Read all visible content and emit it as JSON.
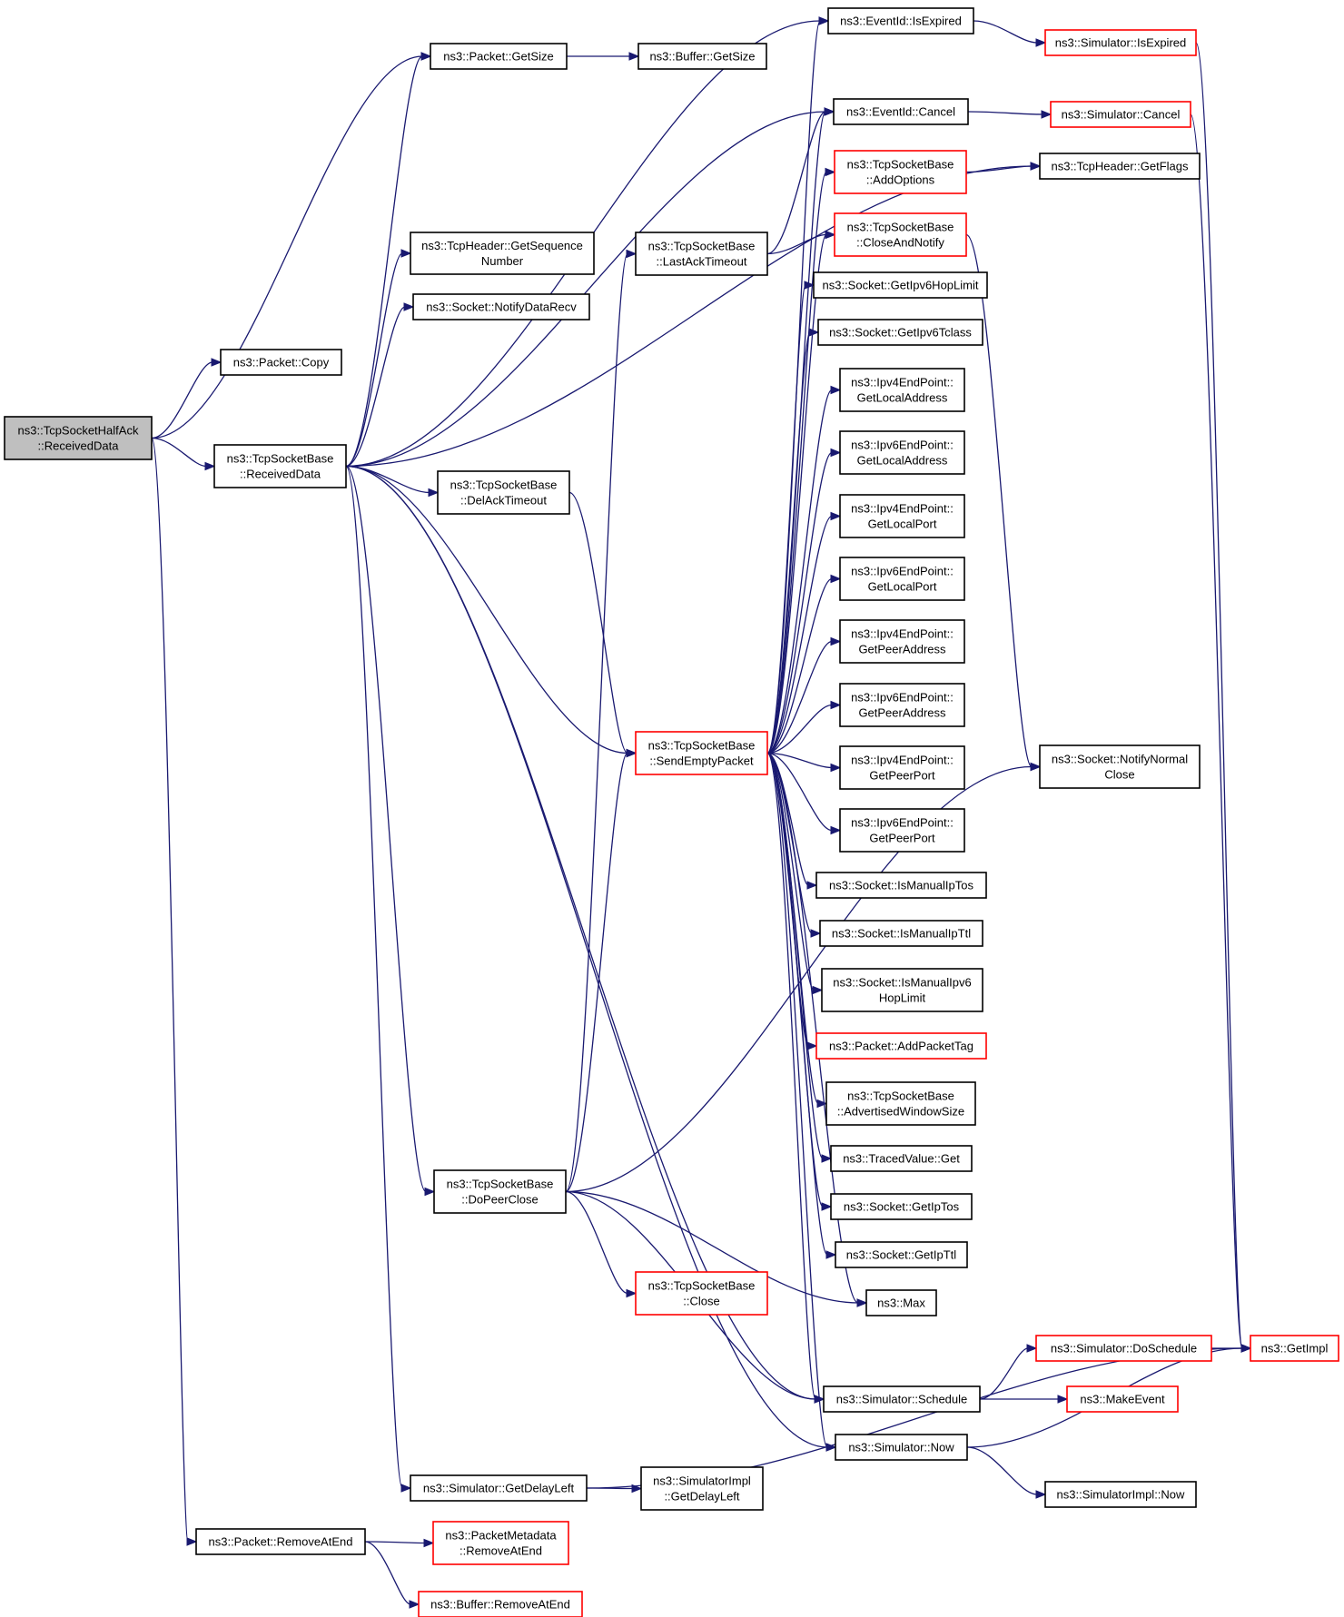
{
  "diagram": {
    "nodes": [
      {
        "id": "root",
        "lines": [
          "ns3::TcpSocketHalfAck",
          "::ReceivedData"
        ],
        "style": "root"
      },
      {
        "id": "copy",
        "lines": [
          "ns3::Packet::Copy"
        ],
        "style": "black"
      },
      {
        "id": "tsbRecv",
        "lines": [
          "ns3::TcpSocketBase",
          "::ReceivedData"
        ],
        "style": "black"
      },
      {
        "id": "removeAtEnd",
        "lines": [
          "ns3::Packet::RemoveAtEnd"
        ],
        "style": "black"
      },
      {
        "id": "getSize",
        "lines": [
          "ns3::Packet::GetSize"
        ],
        "style": "black"
      },
      {
        "id": "bufGetSize",
        "lines": [
          "ns3::Buffer::GetSize"
        ],
        "style": "black"
      },
      {
        "id": "getSeq",
        "lines": [
          "ns3::TcpHeader::GetSequence",
          "Number"
        ],
        "style": "black"
      },
      {
        "id": "notifyRecv",
        "lines": [
          "ns3::Socket::NotifyDataRecv"
        ],
        "style": "black"
      },
      {
        "id": "delAck",
        "lines": [
          "ns3::TcpSocketBase",
          "::DelAckTimeout"
        ],
        "style": "black"
      },
      {
        "id": "doPeerClose",
        "lines": [
          "ns3::TcpSocketBase",
          "::DoPeerClose"
        ],
        "style": "black"
      },
      {
        "id": "getDelayLeft",
        "lines": [
          "ns3::Simulator::GetDelayLeft"
        ],
        "style": "black"
      },
      {
        "id": "pmRemove",
        "lines": [
          "ns3::PacketMetadata",
          "::RemoveAtEnd"
        ],
        "style": "red"
      },
      {
        "id": "bufRemove",
        "lines": [
          "ns3::Buffer::RemoveAtEnd"
        ],
        "style": "red"
      },
      {
        "id": "lastAck",
        "lines": [
          "ns3::TcpSocketBase",
          "::LastAckTimeout"
        ],
        "style": "black"
      },
      {
        "id": "sendEmpty",
        "lines": [
          "ns3::TcpSocketBase",
          "::SendEmptyPacket"
        ],
        "style": "red"
      },
      {
        "id": "tsbClose",
        "lines": [
          "ns3::TcpSocketBase",
          "::Close"
        ],
        "style": "red"
      },
      {
        "id": "simImplDelay",
        "lines": [
          "ns3::SimulatorImpl",
          "::GetDelayLeft"
        ],
        "style": "black"
      },
      {
        "id": "isExpired",
        "lines": [
          "ns3::EventId::IsExpired"
        ],
        "style": "black"
      },
      {
        "id": "cancel",
        "lines": [
          "ns3::EventId::Cancel"
        ],
        "style": "black"
      },
      {
        "id": "addOptions",
        "lines": [
          "ns3::TcpSocketBase",
          "::AddOptions"
        ],
        "style": "red"
      },
      {
        "id": "closeNotify",
        "lines": [
          "ns3::TcpSocketBase",
          "::CloseAndNotify"
        ],
        "style": "red"
      },
      {
        "id": "hopLimit",
        "lines": [
          "ns3::Socket::GetIpv6HopLimit"
        ],
        "style": "black"
      },
      {
        "id": "tclass",
        "lines": [
          "ns3::Socket::GetIpv6Tclass"
        ],
        "style": "black"
      },
      {
        "id": "v4LocalAddr",
        "lines": [
          "ns3::Ipv4EndPoint::",
          "GetLocalAddress"
        ],
        "style": "black"
      },
      {
        "id": "v6LocalAddr",
        "lines": [
          "ns3::Ipv6EndPoint::",
          "GetLocalAddress"
        ],
        "style": "black"
      },
      {
        "id": "v4LocalPort",
        "lines": [
          "ns3::Ipv4EndPoint::",
          "GetLocalPort"
        ],
        "style": "black"
      },
      {
        "id": "v6LocalPort",
        "lines": [
          "ns3::Ipv6EndPoint::",
          "GetLocalPort"
        ],
        "style": "black"
      },
      {
        "id": "v4PeerAddr",
        "lines": [
          "ns3::Ipv4EndPoint::",
          "GetPeerAddress"
        ],
        "style": "black"
      },
      {
        "id": "v6PeerAddr",
        "lines": [
          "ns3::Ipv6EndPoint::",
          "GetPeerAddress"
        ],
        "style": "black"
      },
      {
        "id": "v4PeerPort",
        "lines": [
          "ns3::Ipv4EndPoint::",
          "GetPeerPort"
        ],
        "style": "black"
      },
      {
        "id": "v6PeerPort",
        "lines": [
          "ns3::Ipv6EndPoint::",
          "GetPeerPort"
        ],
        "style": "black"
      },
      {
        "id": "manTos",
        "lines": [
          "ns3::Socket::IsManualIpTos"
        ],
        "style": "black"
      },
      {
        "id": "manTtl",
        "lines": [
          "ns3::Socket::IsManualIpTtl"
        ],
        "style": "black"
      },
      {
        "id": "manHop",
        "lines": [
          "ns3::Socket::IsManualIpv6",
          "HopLimit"
        ],
        "style": "black"
      },
      {
        "id": "addTag",
        "lines": [
          "ns3::Packet::AddPacketTag"
        ],
        "style": "red"
      },
      {
        "id": "advWin",
        "lines": [
          "ns3::TcpSocketBase",
          "::AdvertisedWindowSize"
        ],
        "style": "black"
      },
      {
        "id": "tracedGet",
        "lines": [
          "ns3::TracedValue::Get"
        ],
        "style": "black"
      },
      {
        "id": "getTos",
        "lines": [
          "ns3::Socket::GetIpTos"
        ],
        "style": "black"
      },
      {
        "id": "getTtl",
        "lines": [
          "ns3::Socket::GetIpTtl"
        ],
        "style": "black"
      },
      {
        "id": "max",
        "lines": [
          "ns3::Max"
        ],
        "style": "black"
      },
      {
        "id": "schedule",
        "lines": [
          "ns3::Simulator::Schedule"
        ],
        "style": "black"
      },
      {
        "id": "now",
        "lines": [
          "ns3::Simulator::Now"
        ],
        "style": "black"
      },
      {
        "id": "simIsExpired",
        "lines": [
          "ns3::Simulator::IsExpired"
        ],
        "style": "red"
      },
      {
        "id": "simCancel",
        "lines": [
          "ns3::Simulator::Cancel"
        ],
        "style": "red"
      },
      {
        "id": "getFlags",
        "lines": [
          "ns3::TcpHeader::GetFlags"
        ],
        "style": "black"
      },
      {
        "id": "notifyNormal",
        "lines": [
          "ns3::Socket::NotifyNormal",
          "Close"
        ],
        "style": "black"
      },
      {
        "id": "doSchedule",
        "lines": [
          "ns3::Simulator::DoSchedule"
        ],
        "style": "red"
      },
      {
        "id": "makeEvent",
        "lines": [
          "ns3::MakeEvent"
        ],
        "style": "red"
      },
      {
        "id": "simImplNow",
        "lines": [
          "ns3::SimulatorImpl::Now"
        ],
        "style": "black"
      },
      {
        "id": "getImpl",
        "lines": [
          "ns3::GetImpl"
        ],
        "style": "red"
      }
    ],
    "edges": [
      [
        "root",
        "copy"
      ],
      [
        "root",
        "tsbRecv"
      ],
      [
        "root",
        "removeAtEnd"
      ],
      [
        "root",
        "getSize"
      ],
      [
        "tsbRecv",
        "getSize"
      ],
      [
        "tsbRecv",
        "getSeq"
      ],
      [
        "tsbRecv",
        "notifyRecv"
      ],
      [
        "tsbRecv",
        "delAck"
      ],
      [
        "tsbRecv",
        "doPeerClose"
      ],
      [
        "tsbRecv",
        "getDelayLeft"
      ],
      [
        "tsbRecv",
        "sendEmpty"
      ],
      [
        "tsbRecv",
        "isExpired"
      ],
      [
        "tsbRecv",
        "cancel"
      ],
      [
        "tsbRecv",
        "getFlags"
      ],
      [
        "tsbRecv",
        "schedule"
      ],
      [
        "tsbRecv",
        "now"
      ],
      [
        "getSize",
        "bufGetSize"
      ],
      [
        "removeAtEnd",
        "pmRemove"
      ],
      [
        "removeAtEnd",
        "bufRemove"
      ],
      [
        "delAck",
        "sendEmpty"
      ],
      [
        "doPeerClose",
        "lastAck"
      ],
      [
        "doPeerClose",
        "sendEmpty"
      ],
      [
        "doPeerClose",
        "tsbClose"
      ],
      [
        "doPeerClose",
        "max"
      ],
      [
        "doPeerClose",
        "schedule"
      ],
      [
        "doPeerClose",
        "notifyNormal"
      ],
      [
        "getDelayLeft",
        "simImplDelay"
      ],
      [
        "getDelayLeft",
        "getImpl"
      ],
      [
        "lastAck",
        "cancel"
      ],
      [
        "lastAck",
        "closeNotify"
      ],
      [
        "sendEmpty",
        "isExpired"
      ],
      [
        "sendEmpty",
        "cancel"
      ],
      [
        "sendEmpty",
        "addOptions"
      ],
      [
        "sendEmpty",
        "closeNotify"
      ],
      [
        "sendEmpty",
        "hopLimit"
      ],
      [
        "sendEmpty",
        "tclass"
      ],
      [
        "sendEmpty",
        "v4LocalAddr"
      ],
      [
        "sendEmpty",
        "v6LocalAddr"
      ],
      [
        "sendEmpty",
        "v4LocalPort"
      ],
      [
        "sendEmpty",
        "v6LocalPort"
      ],
      [
        "sendEmpty",
        "v4PeerAddr"
      ],
      [
        "sendEmpty",
        "v6PeerAddr"
      ],
      [
        "sendEmpty",
        "v4PeerPort"
      ],
      [
        "sendEmpty",
        "v6PeerPort"
      ],
      [
        "sendEmpty",
        "manTos"
      ],
      [
        "sendEmpty",
        "manTtl"
      ],
      [
        "sendEmpty",
        "manHop"
      ],
      [
        "sendEmpty",
        "addTag"
      ],
      [
        "sendEmpty",
        "advWin"
      ],
      [
        "sendEmpty",
        "tracedGet"
      ],
      [
        "sendEmpty",
        "getTos"
      ],
      [
        "sendEmpty",
        "getTtl"
      ],
      [
        "sendEmpty",
        "max"
      ],
      [
        "sendEmpty",
        "schedule"
      ],
      [
        "sendEmpty",
        "now"
      ],
      [
        "isExpired",
        "simIsExpired"
      ],
      [
        "cancel",
        "simCancel"
      ],
      [
        "addOptions",
        "getFlags"
      ],
      [
        "closeNotify",
        "notifyNormal"
      ],
      [
        "simIsExpired",
        "getImpl"
      ],
      [
        "simCancel",
        "getImpl"
      ],
      [
        "schedule",
        "doSchedule"
      ],
      [
        "schedule",
        "makeEvent"
      ],
      [
        "doSchedule",
        "getImpl"
      ],
      [
        "now",
        "getImpl"
      ],
      [
        "now",
        "simImplNow"
      ]
    ]
  }
}
